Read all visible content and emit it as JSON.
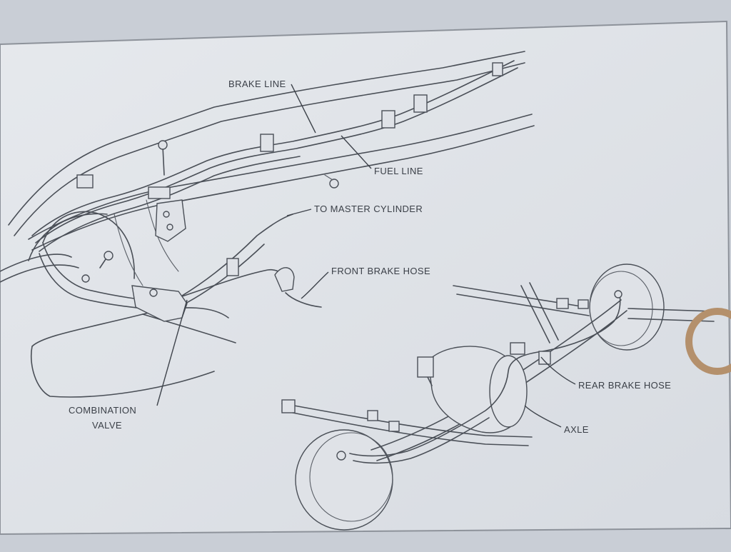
{
  "labels": {
    "brake_line": "BRAKE LINE",
    "fuel_line": "FUEL LINE",
    "to_master_cylinder": "TO MASTER CYLINDER",
    "front_brake_hose": "FRONT BRAKE HOSE",
    "combination_valve_line1": "COMBINATION",
    "combination_valve_line2": "VALVE",
    "rear_brake_hose": "REAR BRAKE HOSE",
    "axle": "AXLE"
  },
  "colors": {
    "paper": "#e3e6ea",
    "background": "#c9ced6",
    "ink": "#4a4f57"
  }
}
